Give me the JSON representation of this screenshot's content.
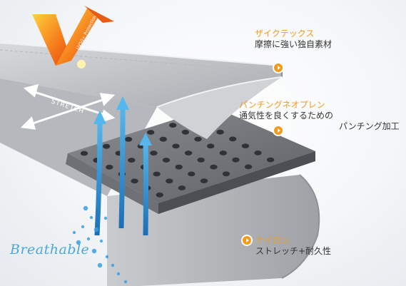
{
  "labels": {
    "zaikutex": {
      "title": "ザイクテックス",
      "desc": "摩擦に強い独自素材"
    },
    "punching": {
      "title": "パンチングネオプレン",
      "desc_line1": "通気性を良くするための",
      "desc_line2": "パンチング加工"
    },
    "nylon": {
      "title": "ナイロン",
      "desc": "ストレッチ+耐久性"
    }
  },
  "graphic_text": {
    "uv": "UV50+ Protection",
    "stretch": "STRETCH",
    "breathable": "Breathable"
  },
  "colors": {
    "accent": "#f39a1b",
    "arrow_blue": "#2a8fd0",
    "droplet_blue": "#3aa0e0"
  }
}
